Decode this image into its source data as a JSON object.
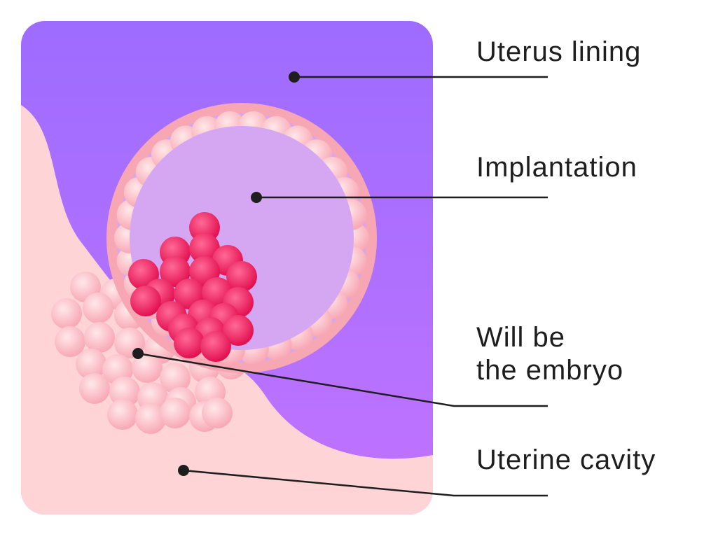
{
  "labels": {
    "uterus_lining": "Uterus lining",
    "implantation": "Implantation",
    "embryo_line1": "Will be",
    "embryo_line2": "the embryo",
    "uterine_cavity": "Uterine cavity"
  },
  "colors": {
    "lining_top": "#9d6cff",
    "lining_bottom": "#c072ff",
    "cavity": "#ffd4d6",
    "blastocyst_fill": "#d5a7f2",
    "blastocyst_rim": "#f7a6b3",
    "trophoblast_light": "#ffe4e4",
    "trophoblast_dark": "#f9a4b4",
    "embryo_light": "#ff5e8e",
    "embryo_dark": "#e30a4c",
    "leader": "#1e1e1e"
  }
}
